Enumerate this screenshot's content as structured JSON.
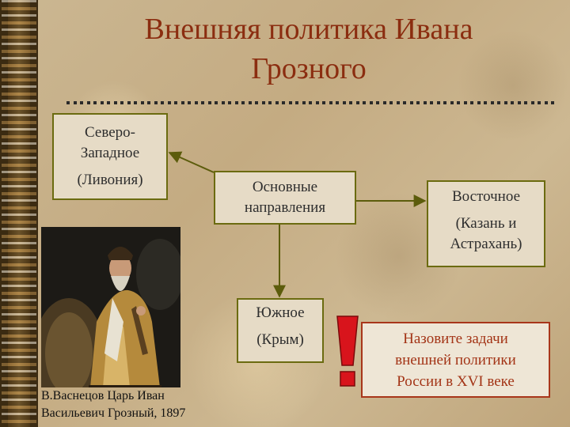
{
  "title_lines": [
    "Внешняя политика Ивана",
    "Грозного"
  ],
  "boxes": {
    "northwest": {
      "line1": "Северо-",
      "line2": "Западное",
      "line3": "(Ливония)"
    },
    "center": {
      "line1": "Основные",
      "line2": "направления"
    },
    "east": {
      "line1": "Восточное",
      "line2": "(Казань и",
      "line3": "Астрахань)"
    },
    "south": {
      "line1": "Южное",
      "line2": "(Крым)"
    }
  },
  "question": {
    "line1": "Назовите задачи",
    "line2": "внешней политики",
    "line3": "России в XVI веке"
  },
  "caption": {
    "line1": "В.Васнецов Царь Иван",
    "line2": "Васильевич Грозный, 1897"
  },
  "colors": {
    "title": "#8b2d10",
    "box_border": "#6b6b10",
    "arrow": "#5c5c0c",
    "exclamation": "#d8141c",
    "question_text": "#a33416"
  },
  "icons": {
    "exclamation": "exclamation-mark-icon"
  }
}
